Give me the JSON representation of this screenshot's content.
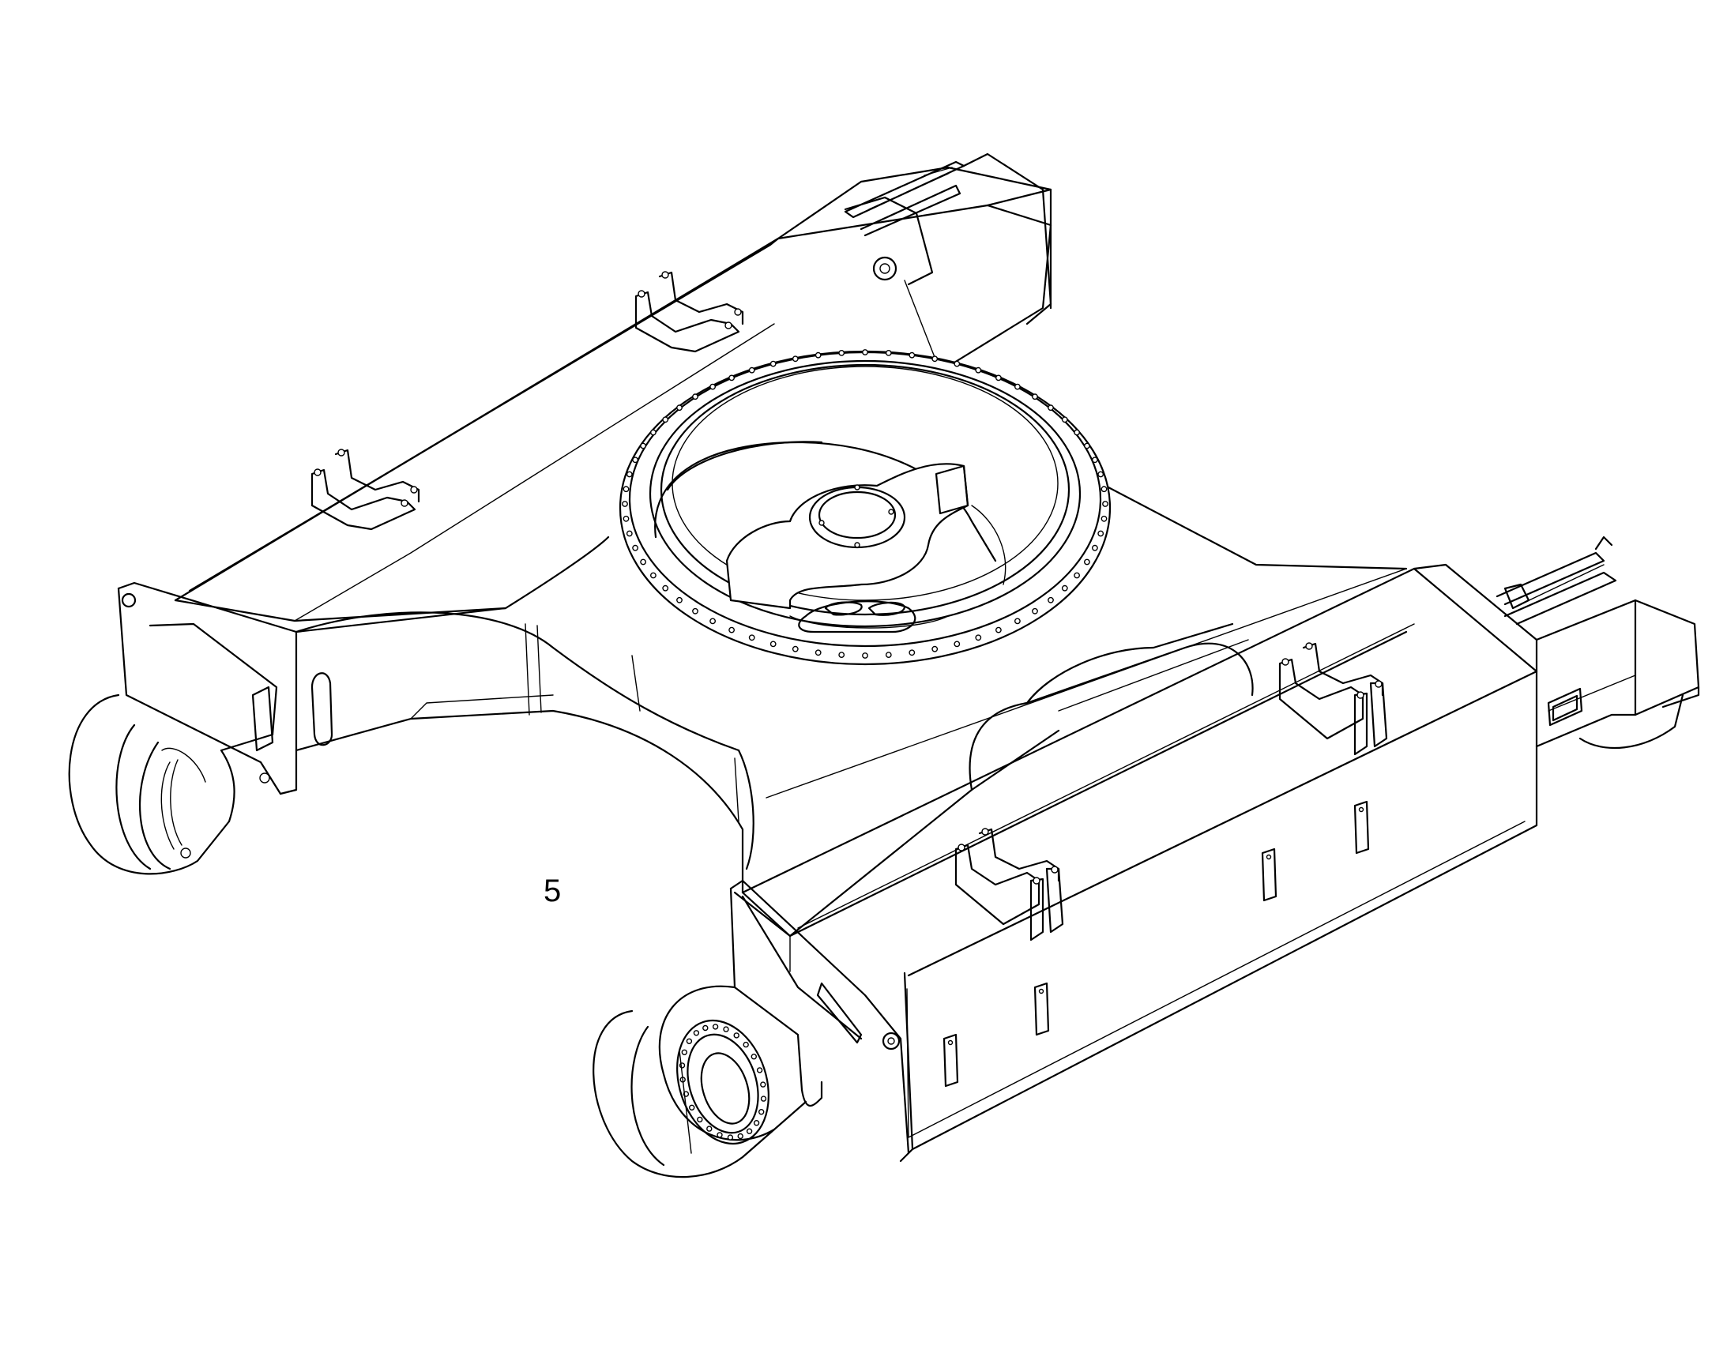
{
  "callout": {
    "label": "5"
  },
  "colors": {
    "line": "#000000",
    "background": "#ffffff"
  },
  "ring": {
    "bolt_hole_count": 64,
    "bolt_hole_count_on_small_flange": 24
  }
}
